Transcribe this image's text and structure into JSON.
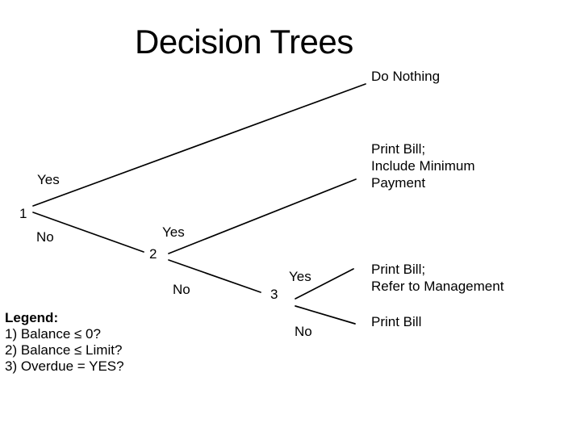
{
  "slide": {
    "title": "Decision Trees"
  },
  "colors": {
    "background": "#ffffff",
    "text": "#000000",
    "line": "#000000"
  },
  "tree": {
    "nodes": [
      {
        "label": "1"
      },
      {
        "label": "2"
      },
      {
        "label": "3"
      }
    ],
    "branches": [
      {
        "from": "1",
        "answer": "Yes",
        "outcome": "Do Nothing"
      },
      {
        "from": "1",
        "answer": "No",
        "to": "2"
      },
      {
        "from": "2",
        "answer": "Yes",
        "outcome": "Print Bill;\nInclude Minimum\nPayment"
      },
      {
        "from": "2",
        "answer": "No",
        "to": "3"
      },
      {
        "from": "3",
        "answer": "Yes",
        "outcome": "Print Bill;\nRefer to Management"
      },
      {
        "from": "3",
        "answer": "No",
        "outcome": "Print Bill"
      }
    ]
  },
  "legend": {
    "heading": "Legend:",
    "items": [
      "1) Balance ≤ 0?",
      "2) Balance ≤ Limit?",
      "3) Overdue = YES?"
    ]
  }
}
